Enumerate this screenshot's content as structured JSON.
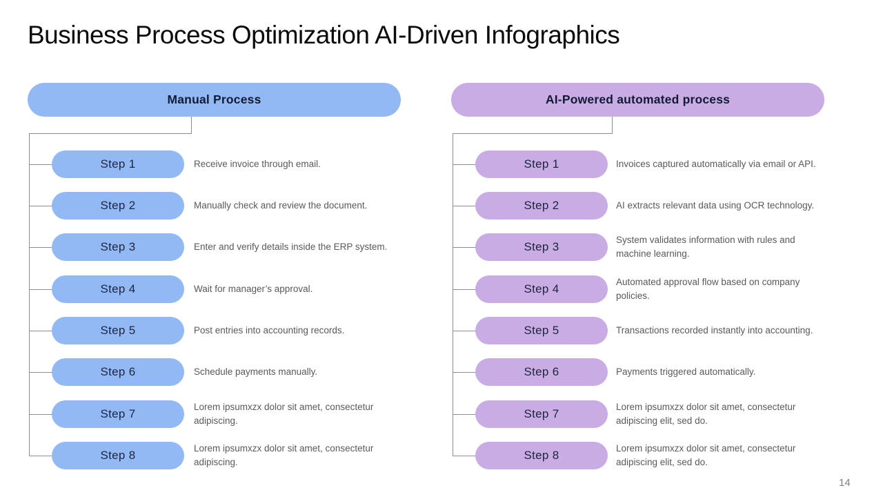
{
  "page": {
    "title": "Business Process Optimization AI-Driven Infographics",
    "page_number": "14"
  },
  "colors": {
    "manual_accent": "#92b9f4",
    "ai_accent": "#c9ace3",
    "connector_line": "#8c8c8c",
    "step_label_text": "#1c2440",
    "description_text": "#595959"
  },
  "columns": {
    "left": {
      "header": "Manual Process",
      "steps": [
        {
          "label": "Step 1",
          "description": "Receive invoice through email."
        },
        {
          "label": "Step 2",
          "description": "Manually check and review the document."
        },
        {
          "label": "Step 3",
          "description": "Enter and verify details inside the ERP system."
        },
        {
          "label": "Step 4",
          "description": "Wait for manager’s approval."
        },
        {
          "label": "Step 5",
          "description": "Post entries into accounting records."
        },
        {
          "label": "Step 6",
          "description": "Schedule payments manually."
        },
        {
          "label": "Step 7",
          "description": "Lorem ipsumxzx dolor sit amet, consectetur\nadipiscing."
        },
        {
          "label": "Step 8",
          "description": "Lorem ipsumxzx dolor sit amet, consectetur\nadipiscing."
        }
      ]
    },
    "right": {
      "header": "AI-Powered automated process",
      "steps": [
        {
          "label": "Step 1",
          "description": "Invoices captured automatically via email or API."
        },
        {
          "label": "Step 2",
          "description": "AI extracts relevant data using OCR technology."
        },
        {
          "label": "Step 3",
          "description": "System validates information with rules and\nmachine learning."
        },
        {
          "label": "Step 4",
          "description": "Automated approval flow based on company\npolicies."
        },
        {
          "label": "Step 5",
          "description": "Transactions recorded instantly into accounting."
        },
        {
          "label": "Step 6",
          "description": "Payments triggered automatically."
        },
        {
          "label": "Step 7",
          "description": "Lorem ipsumxzx dolor sit amet, consectetur\nadipiscing elit, sed do."
        },
        {
          "label": "Step 8",
          "description": "Lorem ipsumxzx dolor sit amet, consectetur\nadipiscing elit, sed do."
        }
      ]
    }
  }
}
